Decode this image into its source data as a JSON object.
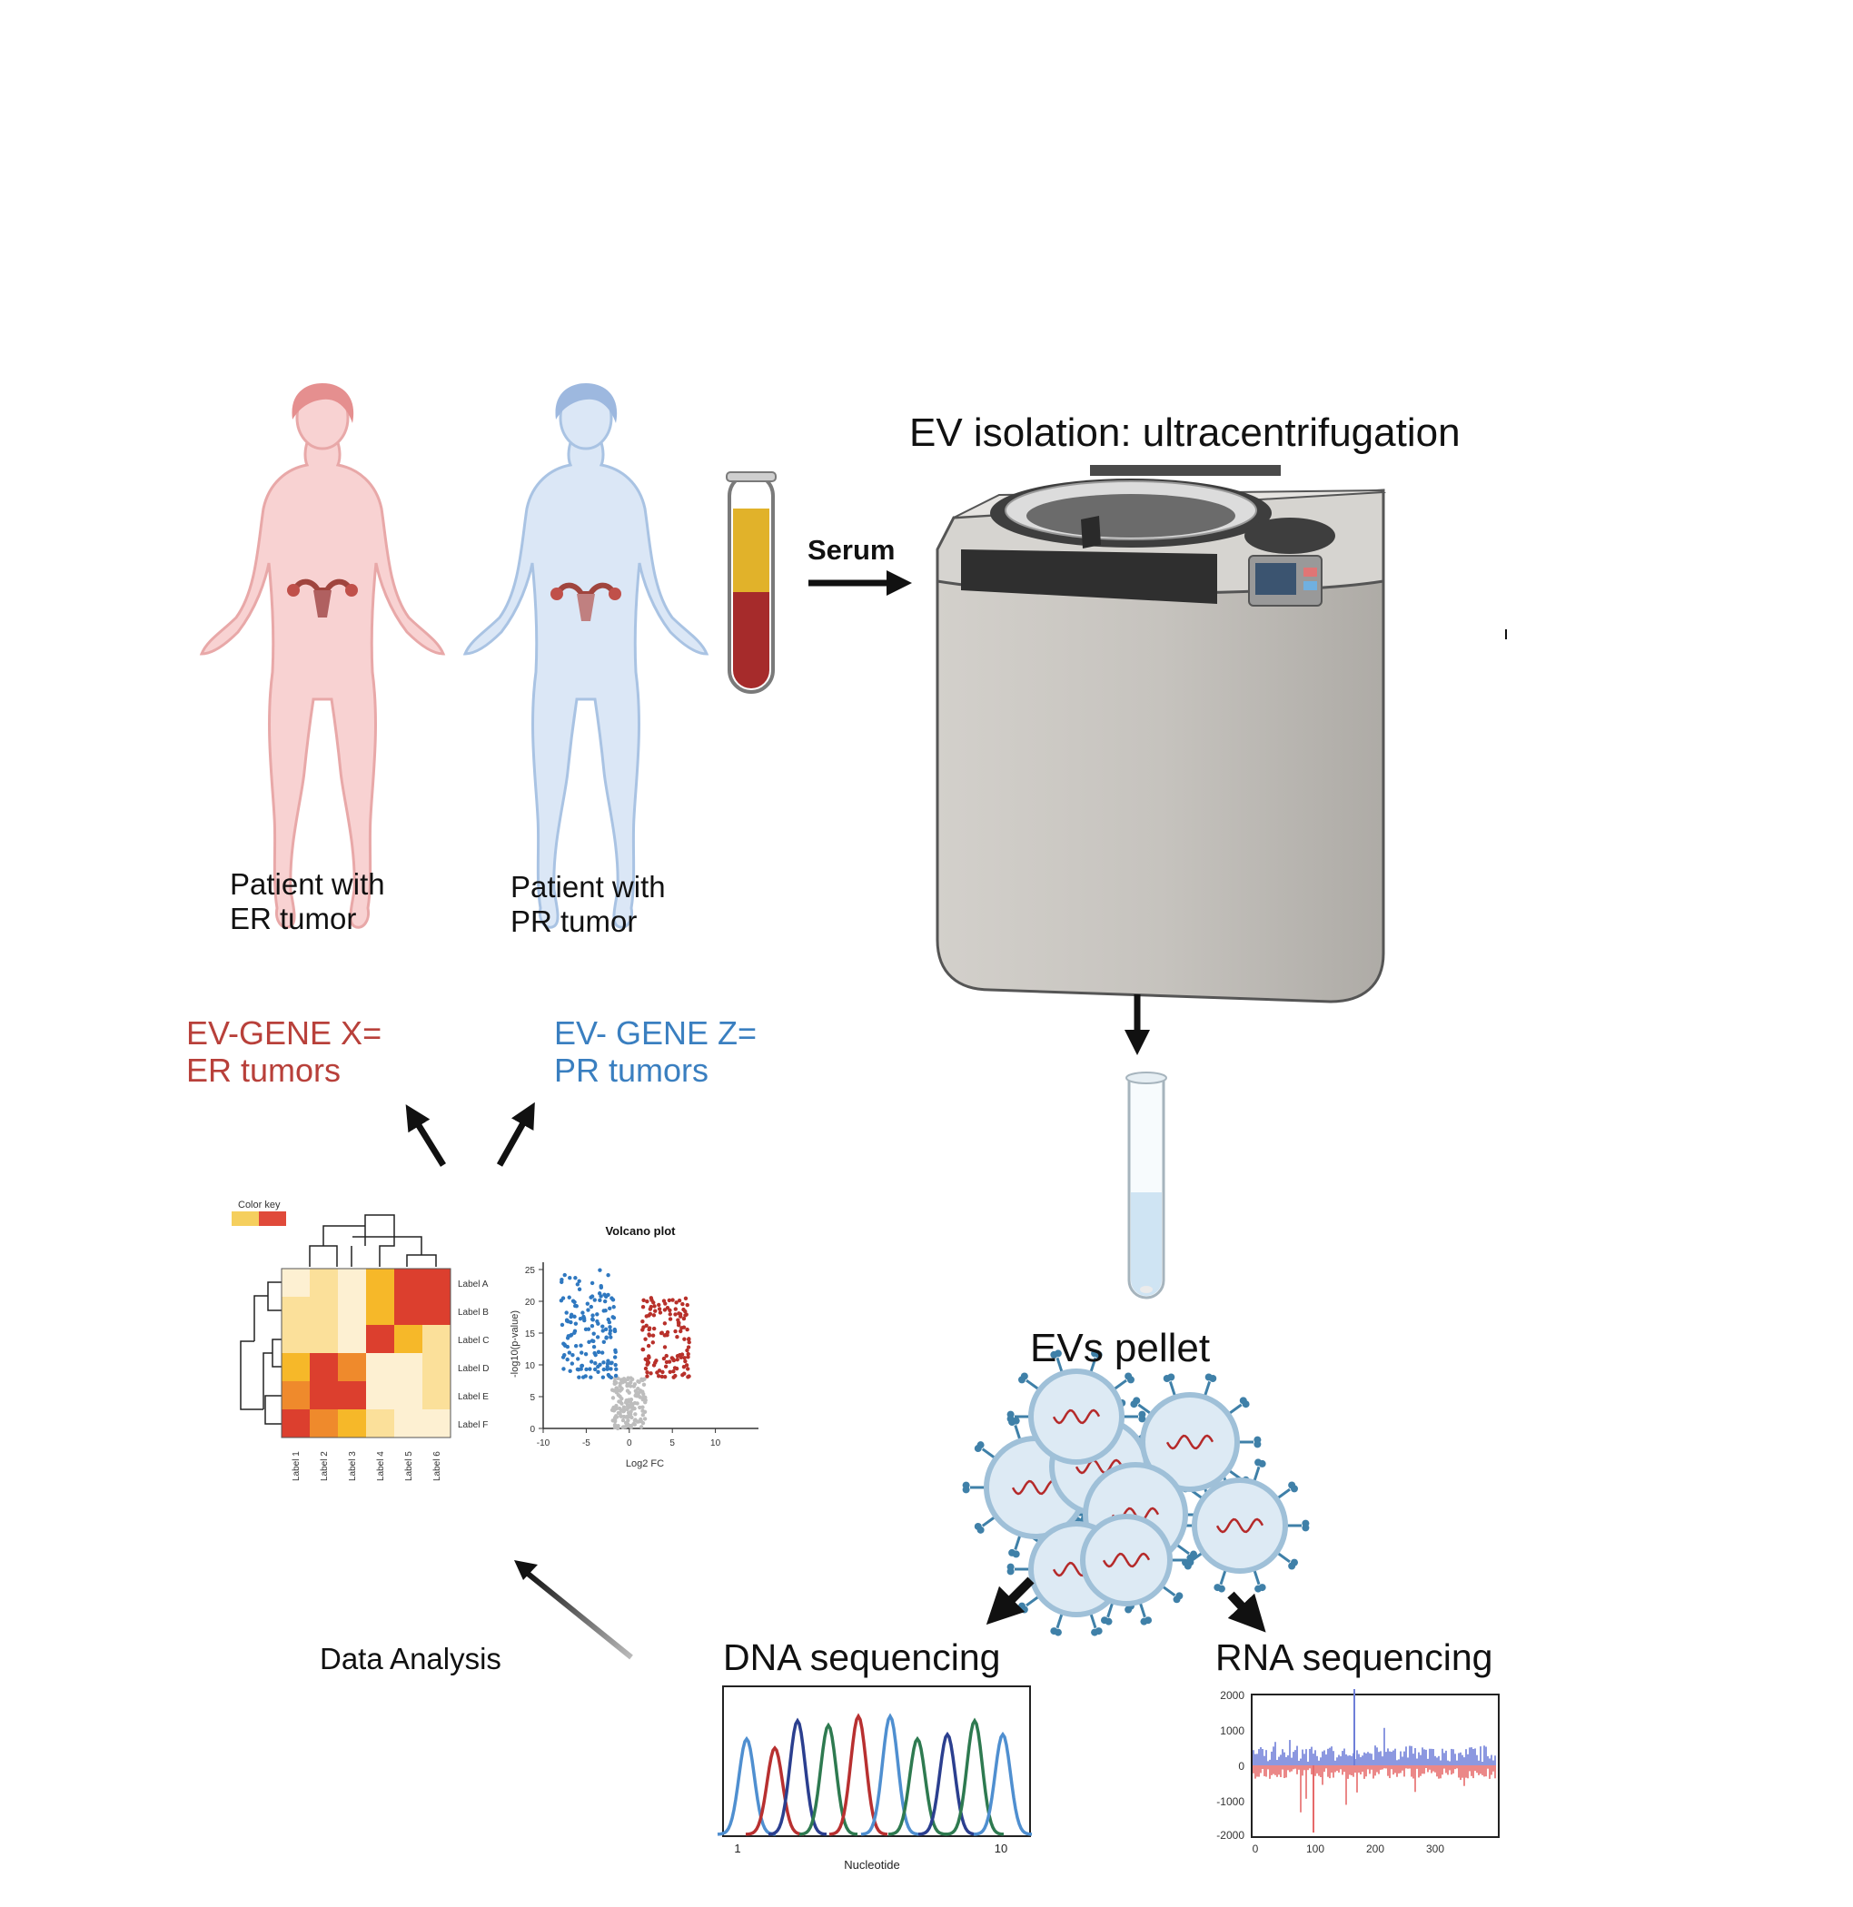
{
  "labels": {
    "patient_er_line1": "Patient with",
    "patient_er_line2": "ER tumor",
    "patient_pr_line1": "Patient with",
    "patient_pr_line2": "PR tumor",
    "serum": "Serum",
    "ev_isolation": "EV isolation: ultracentrifugation",
    "ev_gene_x_line1": "EV-GENE X=",
    "ev_gene_x_line2": "ER tumors",
    "ev_gene_z_line1": "EV- GENE Z=",
    "ev_gene_z_line2": "PR tumors",
    "evs_pellet": "EVs pellet",
    "data_analysis": "Data Analysis",
    "dna_sequencing": "DNA sequencing",
    "rna_sequencing": "RNA sequencing"
  },
  "heatmap": {
    "color_key": "Color key",
    "row_labels": [
      "Label A",
      "Label B",
      "Label C",
      "Label D",
      "Label E",
      "Label F"
    ],
    "col_labels": [
      "Label 1",
      "Label 2",
      "Label 3",
      "Label 4",
      "Label 5",
      "Label 6"
    ],
    "values": [
      [
        0,
        1,
        0,
        2,
        4,
        4
      ],
      [
        1,
        1,
        0,
        2,
        4,
        4
      ],
      [
        1,
        1,
        0,
        4,
        2,
        1
      ],
      [
        2,
        4,
        3,
        0,
        0,
        1
      ],
      [
        3,
        4,
        4,
        0,
        0,
        1
      ],
      [
        4,
        3,
        2,
        1,
        0,
        0
      ]
    ]
  },
  "volcano": {
    "title": "Volcano plot",
    "xlabel": "Log2 FC",
    "ylabel": "-log10(p-value)",
    "x_ticks": [
      "-10",
      "-5",
      "0",
      "5",
      "10"
    ],
    "y_ticks": [
      "0",
      "5",
      "10",
      "15",
      "20",
      "25"
    ]
  },
  "dna_plot": {
    "x_ticks": [
      "1",
      "10"
    ],
    "xlabel": "Nucleotide"
  },
  "rna_plot": {
    "y_ticks": [
      "2000",
      "1000",
      "0",
      "-1000",
      "-2000"
    ],
    "x_ticks": [
      "0",
      "100",
      "200",
      "300"
    ]
  },
  "colors": {
    "er_red": "#b8403a",
    "pr_blue": "#3a7fc0",
    "arrow": "#111111",
    "centrifuge_body": "#c4c1bc"
  }
}
